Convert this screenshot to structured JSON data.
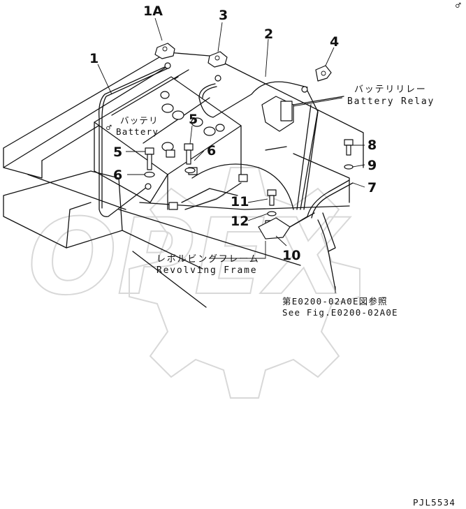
{
  "watermark": "OPEX",
  "parts": {
    "p1A": "1A",
    "p1": "1",
    "p2": "2",
    "p3": "3",
    "p4": "4",
    "p5a": "5",
    "p5b": "5",
    "p6a": "6",
    "p6b": "6",
    "p7": "7",
    "p8": "8",
    "p9": "9",
    "p10": "10",
    "p11": "11",
    "p12": "12"
  },
  "labels": {
    "battery_jp": "バッテリ",
    "battery_en": "Battery",
    "relay_jp": "バッテリリレー",
    "relay_en": "Battery Relay",
    "frame_jp": "レボルビングフレーム",
    "frame_en": "Revolving Frame",
    "ref_jp": "第E0200-02A0E図参照",
    "ref_en": "See Fig.E0200-02A0E"
  },
  "drawing_code": "PJL5534",
  "corner_mark": "♂"
}
